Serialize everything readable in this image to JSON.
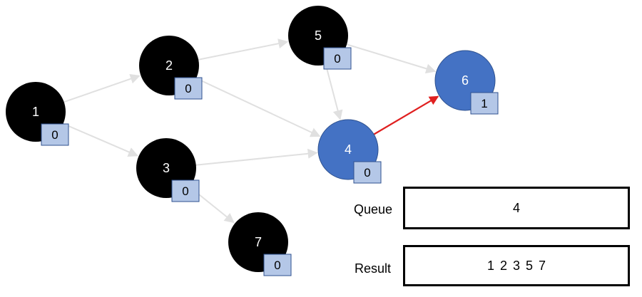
{
  "diagram": {
    "nodes": [
      {
        "id": "1",
        "label": "1",
        "indegree": "0",
        "state": "done"
      },
      {
        "id": "2",
        "label": "2",
        "indegree": "0",
        "state": "done"
      },
      {
        "id": "3",
        "label": "3",
        "indegree": "0",
        "state": "done"
      },
      {
        "id": "4",
        "label": "4",
        "indegree": "0",
        "state": "active"
      },
      {
        "id": "5",
        "label": "5",
        "indegree": "0",
        "state": "done"
      },
      {
        "id": "6",
        "label": "6",
        "indegree": "1",
        "state": "active"
      },
      {
        "id": "7",
        "label": "7",
        "indegree": "0",
        "state": "done"
      }
    ],
    "edges": [
      {
        "from": "1",
        "to": "2",
        "highlighted": false
      },
      {
        "from": "1",
        "to": "3",
        "highlighted": false
      },
      {
        "from": "2",
        "to": "5",
        "highlighted": false
      },
      {
        "from": "2",
        "to": "4",
        "highlighted": false
      },
      {
        "from": "3",
        "to": "4",
        "highlighted": false
      },
      {
        "from": "3",
        "to": "7",
        "highlighted": false
      },
      {
        "from": "5",
        "to": "4",
        "highlighted": false
      },
      {
        "from": "5",
        "to": "6",
        "highlighted": false
      },
      {
        "from": "4",
        "to": "6",
        "highlighted": true
      }
    ]
  },
  "colors": {
    "done_node": "#000000",
    "active_node": "#4472C4",
    "indegree_box_fill": "#B4C7E7",
    "indegree_box_stroke": "#2F528F",
    "edge": "#E0E0E0",
    "highlight_edge": "#E02020"
  },
  "queue": {
    "label": "Queue",
    "value": "4"
  },
  "result": {
    "label": "Result",
    "value": "1 2 3 5 7"
  }
}
